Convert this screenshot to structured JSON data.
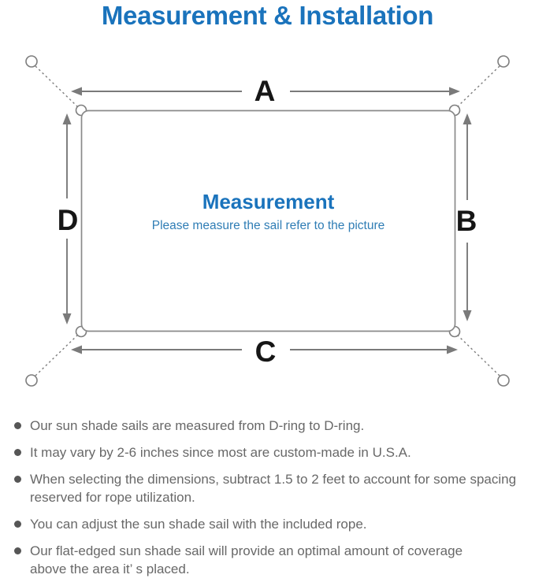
{
  "title": "Measurement & Installation",
  "diagram": {
    "labels": {
      "top": "A",
      "right": "B",
      "bottom": "C",
      "left": "D"
    },
    "center_title": "Measurement",
    "center_subtitle": "Please measure the sail refer to the picture",
    "colors": {
      "accent_blue": "#1a73bc",
      "subtitle_blue": "#2f7db5",
      "line_gray": "#7d7d7d",
      "sail_outline_gray": "#8a8a8a",
      "label_black": "#161616"
    }
  },
  "notes": {
    "items": [
      "Our sun shade sails are measured from D-ring to D-ring.",
      "It may vary by 2-6 inches since most are custom-made in U.S.A.",
      "When selecting the dimensions, subtract 1.5 to 2 feet to account for some spacing reserved for rope utilization.",
      "You can adjust the sun shade sail with the included rope.",
      "Our flat-edged sun shade sail will provide an optimal amount of coverage above the area it’ s placed."
    ],
    "text_color": "#686868",
    "bullet_color": "#565656"
  }
}
